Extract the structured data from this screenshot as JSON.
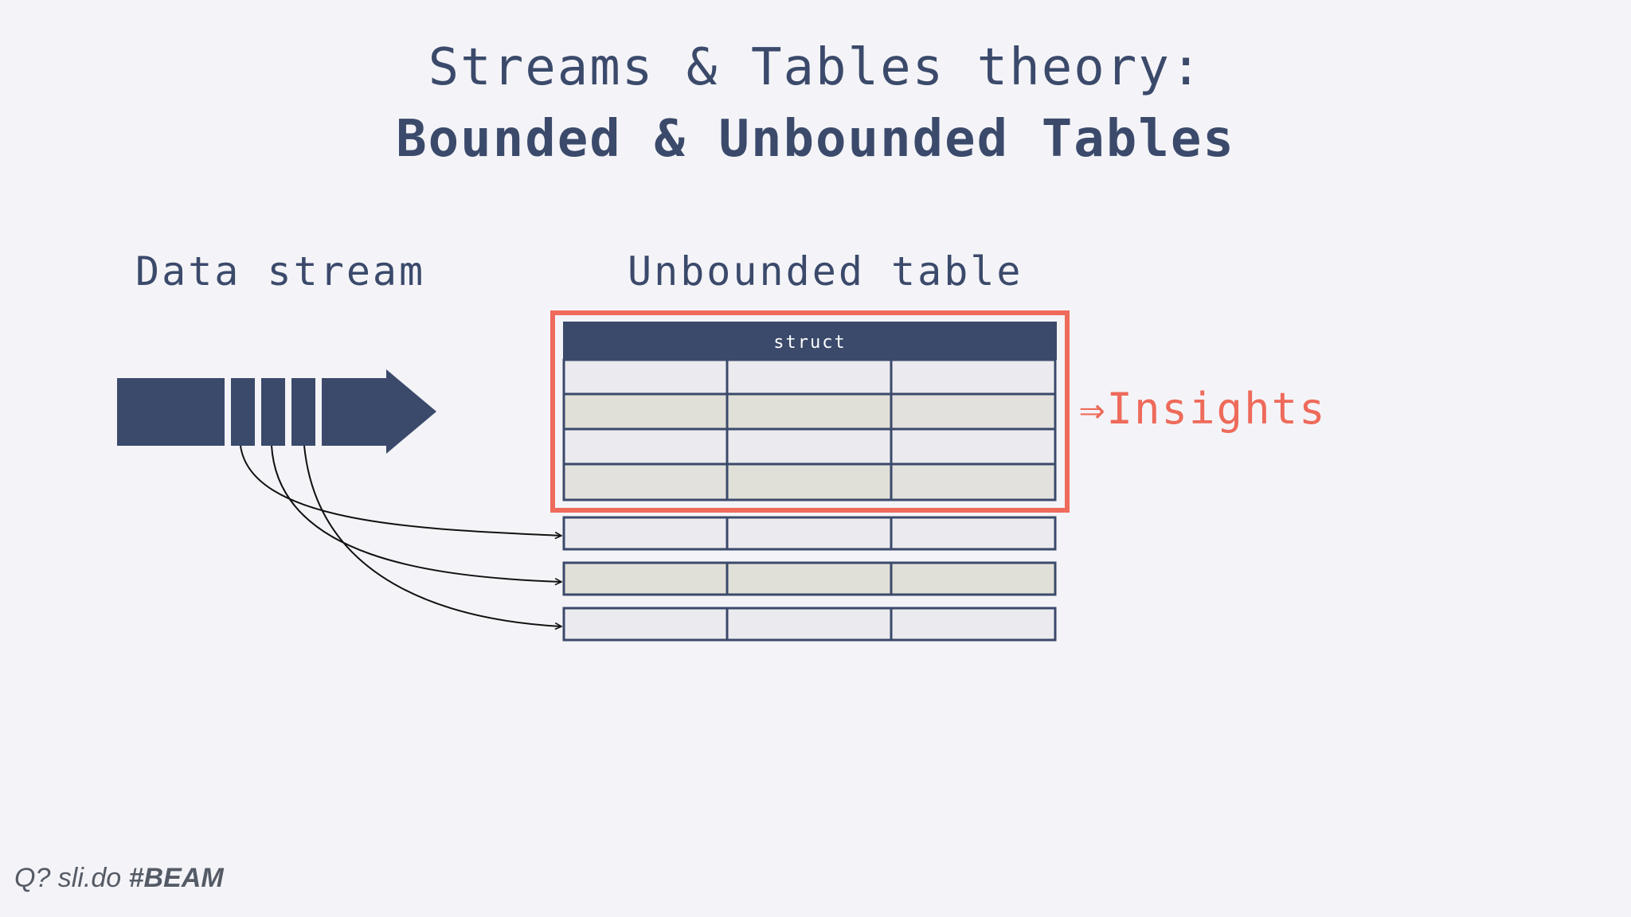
{
  "slide": {
    "title_line1": "Streams & Tables theory:",
    "title_line2": "Bounded & Unbounded Tables",
    "label_stream": "Data stream",
    "label_table": "Unbounded table",
    "table_header": "struct",
    "insights": "⇒Insights",
    "footer_prefix": "Q? sli.do ",
    "footer_tag": "#BEAM"
  },
  "colors": {
    "navy": "#3b4a6b",
    "accent": "#ee6a5a",
    "row_light": "#ebebef",
    "row_tint": "#e0e0d8"
  }
}
